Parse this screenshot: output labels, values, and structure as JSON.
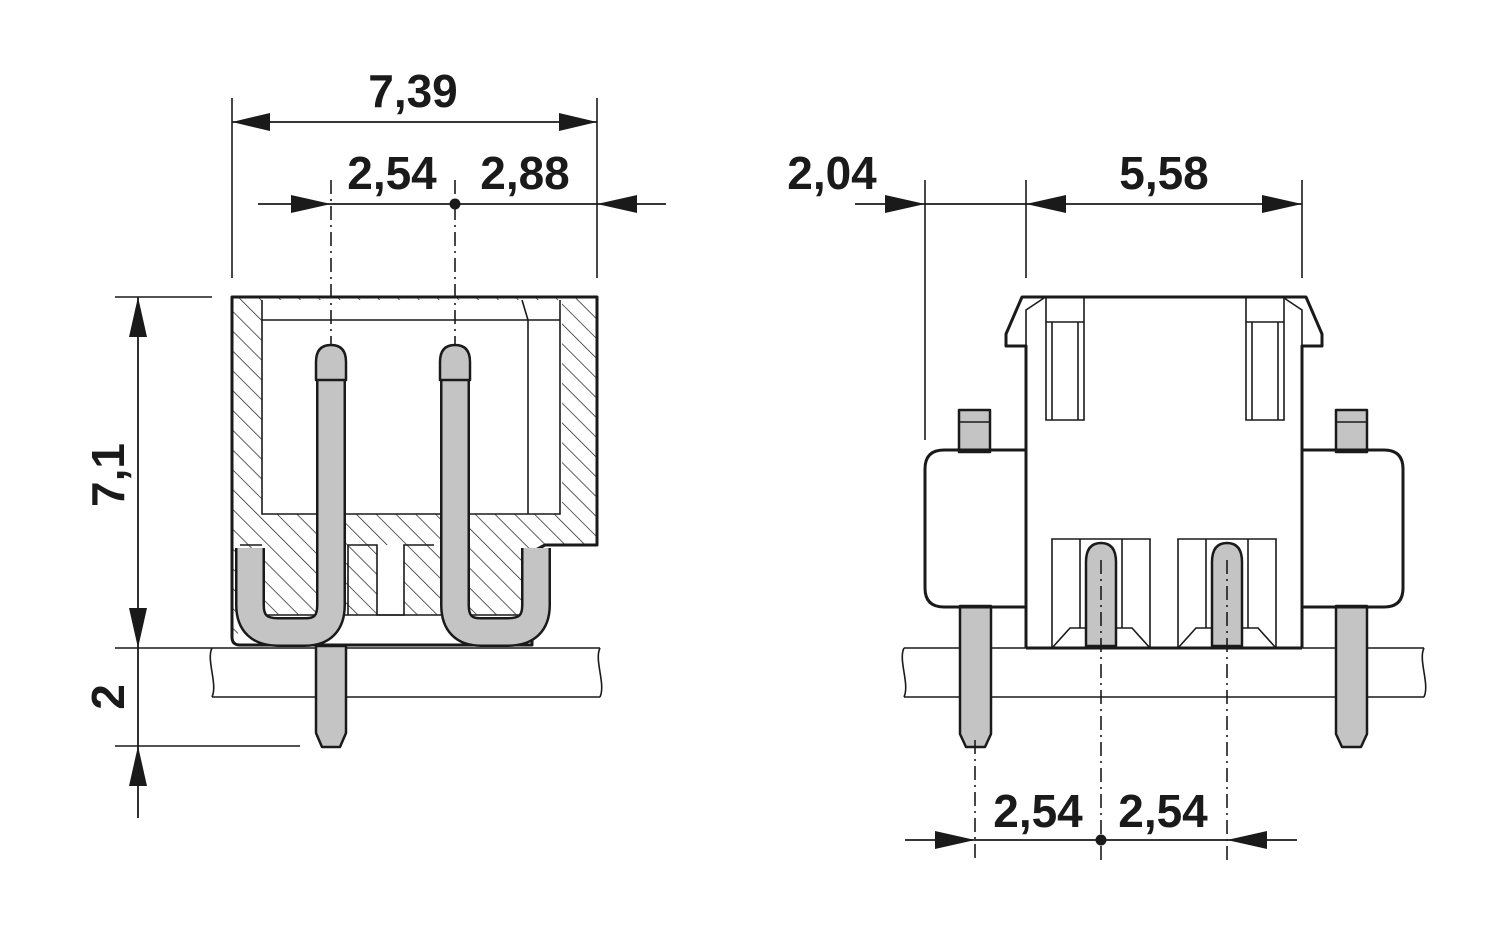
{
  "dimensions": {
    "side_width": "7,39",
    "side_pitch": "2,54",
    "side_offset": "2,88",
    "side_height": "7,1",
    "side_pin_length": "2",
    "front_offset": "2,04",
    "front_width": "5,58",
    "front_pitch_left": "2,54",
    "front_pitch_right": "2,54"
  },
  "colors": {
    "line": "#1a1a1a",
    "pin_fill": "#c4c4c4",
    "background": "#ffffff"
  }
}
